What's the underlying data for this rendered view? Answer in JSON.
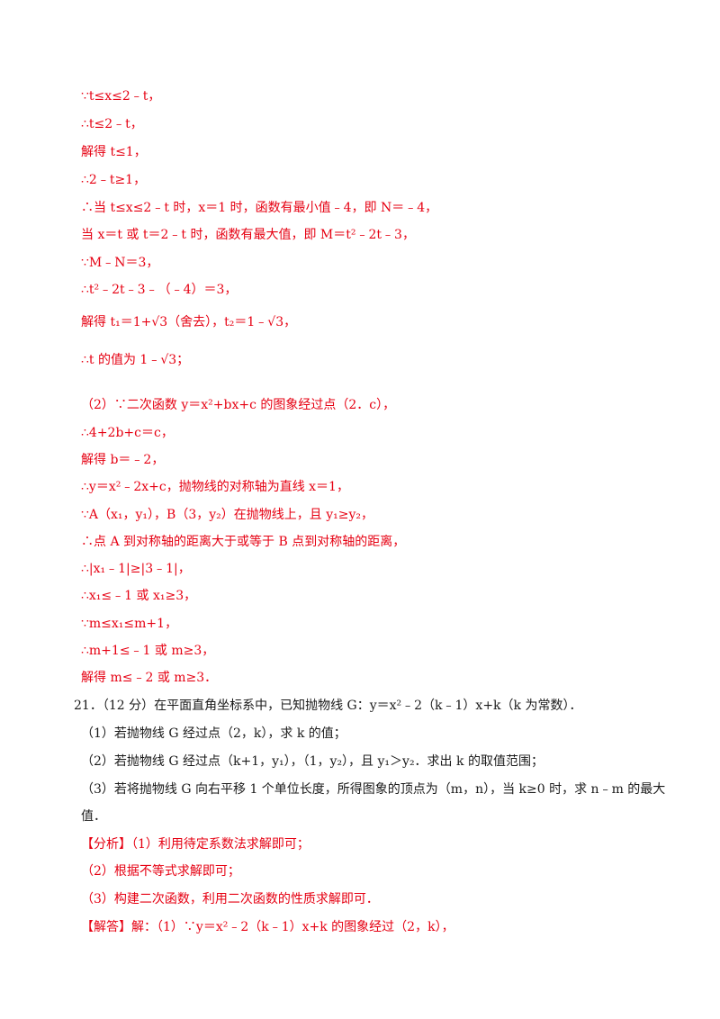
{
  "colors": {
    "solution": "#e60012",
    "question": "#1a1a1a"
  },
  "solution_part1": [
    "∵t≤x≤2﹣t，",
    "∴t≤2﹣t，",
    "解得 t≤1，",
    "∴2﹣t≥1，",
    "∴当 t≤x≤2﹣t 时，x＝1 时，函数有最小值﹣4，即 N＝﹣4，",
    "当 x＝t 或 t＝2﹣t 时，函数有最大值，即 M＝t²﹣2t﹣3，",
    "∵M﹣N＝3，",
    "∴t²﹣2t﹣3﹣（﹣4）＝3，",
    "解得 t₁＝1+√3（舍去），t₂＝1﹣√3，",
    "∴t 的值为 1﹣√3；"
  ],
  "solution_part2": [
    "（2）∵二次函数 y＝x²+bx+c 的图象经过点（2．c），",
    "∴4+2b+c＝c，",
    "解得 b＝﹣2，",
    "∴y＝x²﹣2x+c，抛物线的对称轴为直线 x＝1，",
    "∵A（x₁，y₁），B（3，y₂）在抛物线上，且 y₁≥y₂，",
    "∴点 A 到对称轴的距离大于或等于 B 点到对称轴的距离，",
    "∴|x₁﹣1|≥|3﹣1|，",
    "∴x₁≤﹣1 或 x₁≥3，",
    "∵m≤x₁≤m+1，",
    "∴m+1≤﹣1 或 m≥3，",
    "解得 m≤﹣2 或 m≥3．"
  ],
  "question21": {
    "stem": "21．（12 分）在平面直角坐标系中，已知抛物线 G：y＝x²﹣2（k﹣1）x+k（k 为常数）．",
    "sub1": "（1）若抛物线 G 经过点（2，k），求 k 的值；",
    "sub2": "（2）若抛物线 G 经过点（k+1，y₁），（1，y₂），且 y₁＞y₂．求出 k 的取值范围；",
    "sub3_a": "（3）若将抛物线 G 向右平移 1 个单位长度，所得图象的顶点为（m，n），当 k≥0 时，求 n﹣m 的最大",
    "sub3_b": "值．"
  },
  "analysis": {
    "tag": "【分析】",
    "item1": "（1）利用待定系数法求解即可；",
    "item2": "（2）根据不等式求解即可；",
    "item3": "（3）构建二次函数，利用二次函数的性质求解即可．"
  },
  "answer": {
    "tag": "【解答】",
    "lead": "解：（1）∵y＝x²﹣2（k﹣1）x+k 的图象经过（2，k），"
  }
}
